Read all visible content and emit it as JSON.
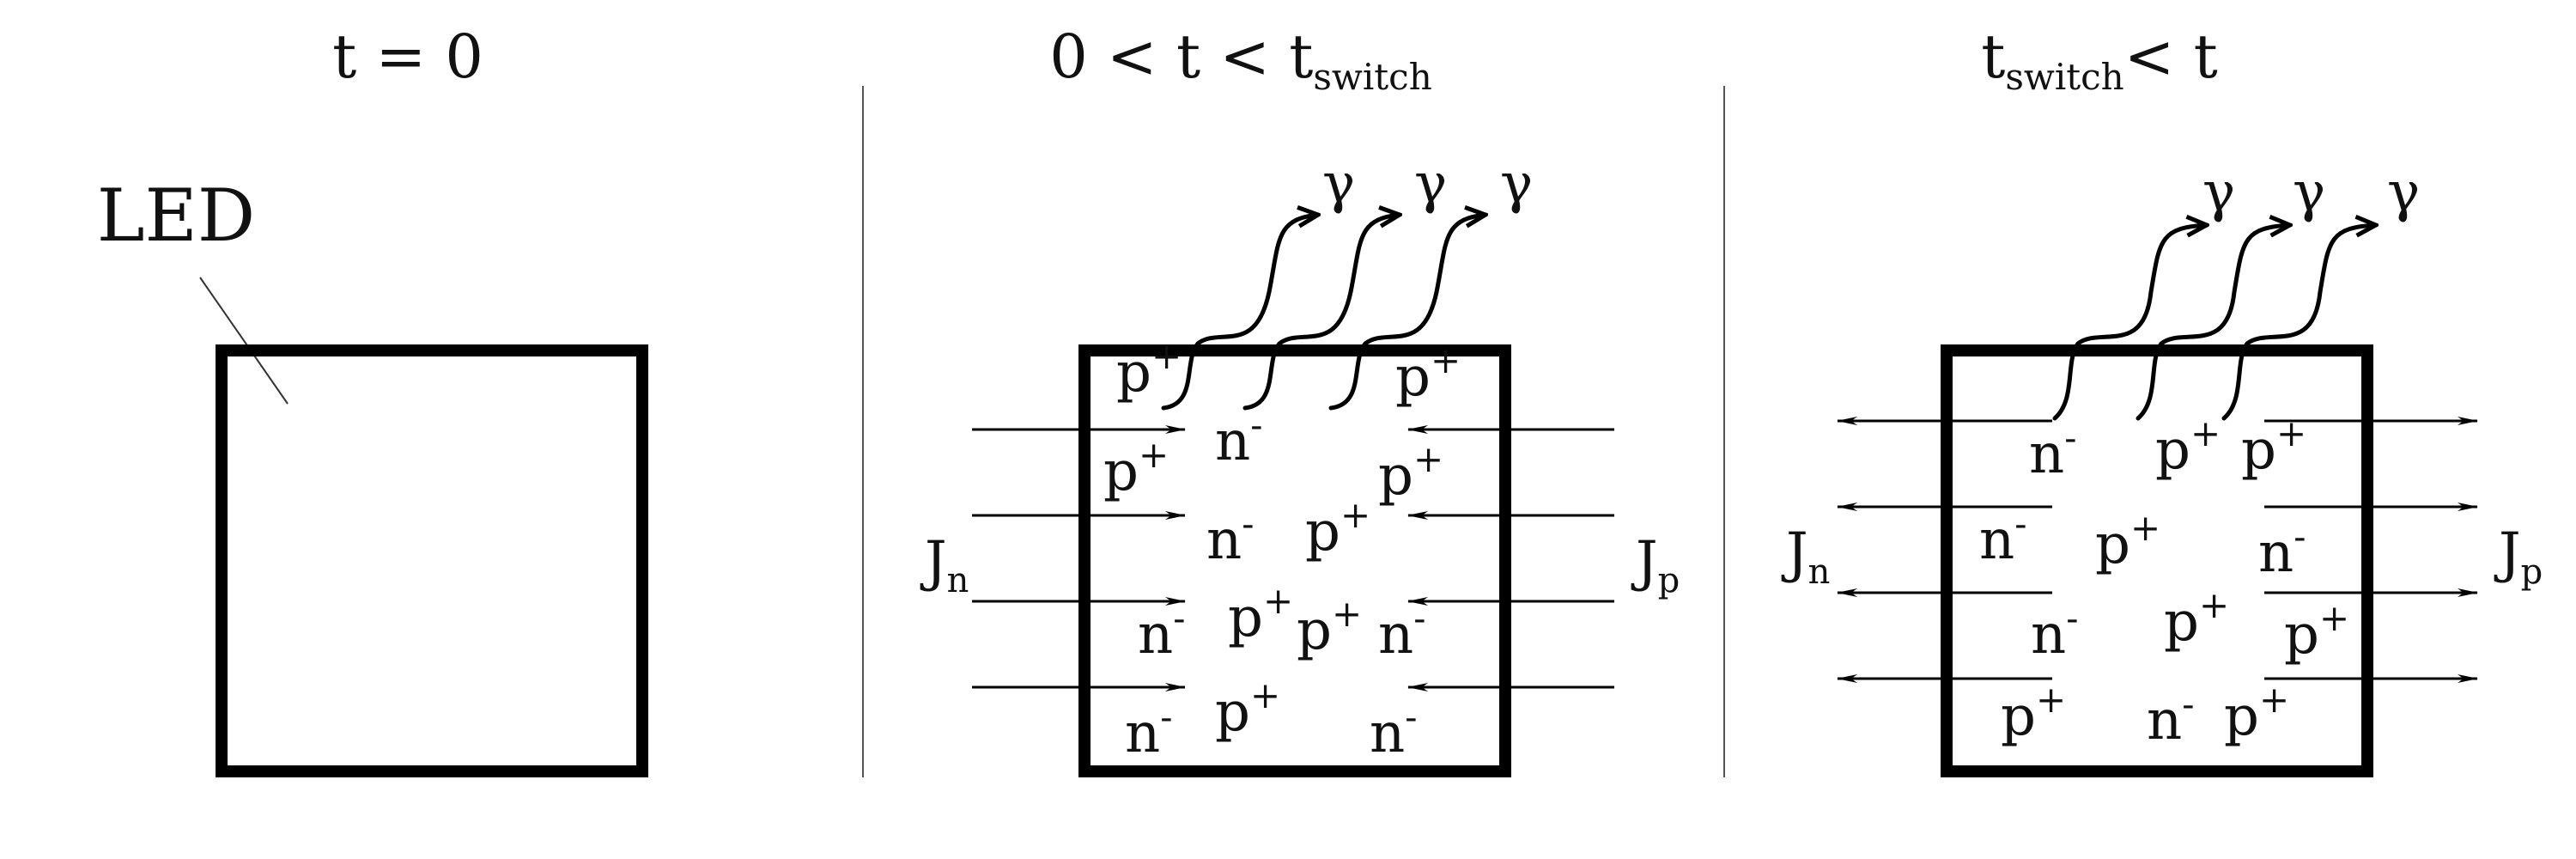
{
  "panels": [
    {
      "title": "t = 0",
      "label": "LED"
    },
    {
      "title_main": "0 < t < t",
      "title_sub": "switch"
    },
    {
      "title_main": "t",
      "title_sub": "switch",
      "title_tail": "< t"
    }
  ],
  "currents": {
    "jn_symbol": "J",
    "jn_sub": "n",
    "jp_symbol": "J",
    "jp_sub": "p"
  },
  "photon": "γ",
  "carriers": {
    "hole": "p",
    "hole_charge": "+",
    "electron": "n",
    "electron_charge": "-"
  },
  "panel2_carriers": [
    "p+",
    "p+",
    "p+",
    "n-",
    "p+",
    "n-",
    "p+",
    "n-",
    "p+",
    "p+",
    "n-",
    "n-",
    "p+",
    "n-"
  ],
  "panel3_carriers": [
    "n-",
    "p+",
    "p+",
    "n-",
    "p+",
    "n-",
    "n-",
    "p+",
    "p+",
    "p+",
    "n-",
    "p+"
  ]
}
